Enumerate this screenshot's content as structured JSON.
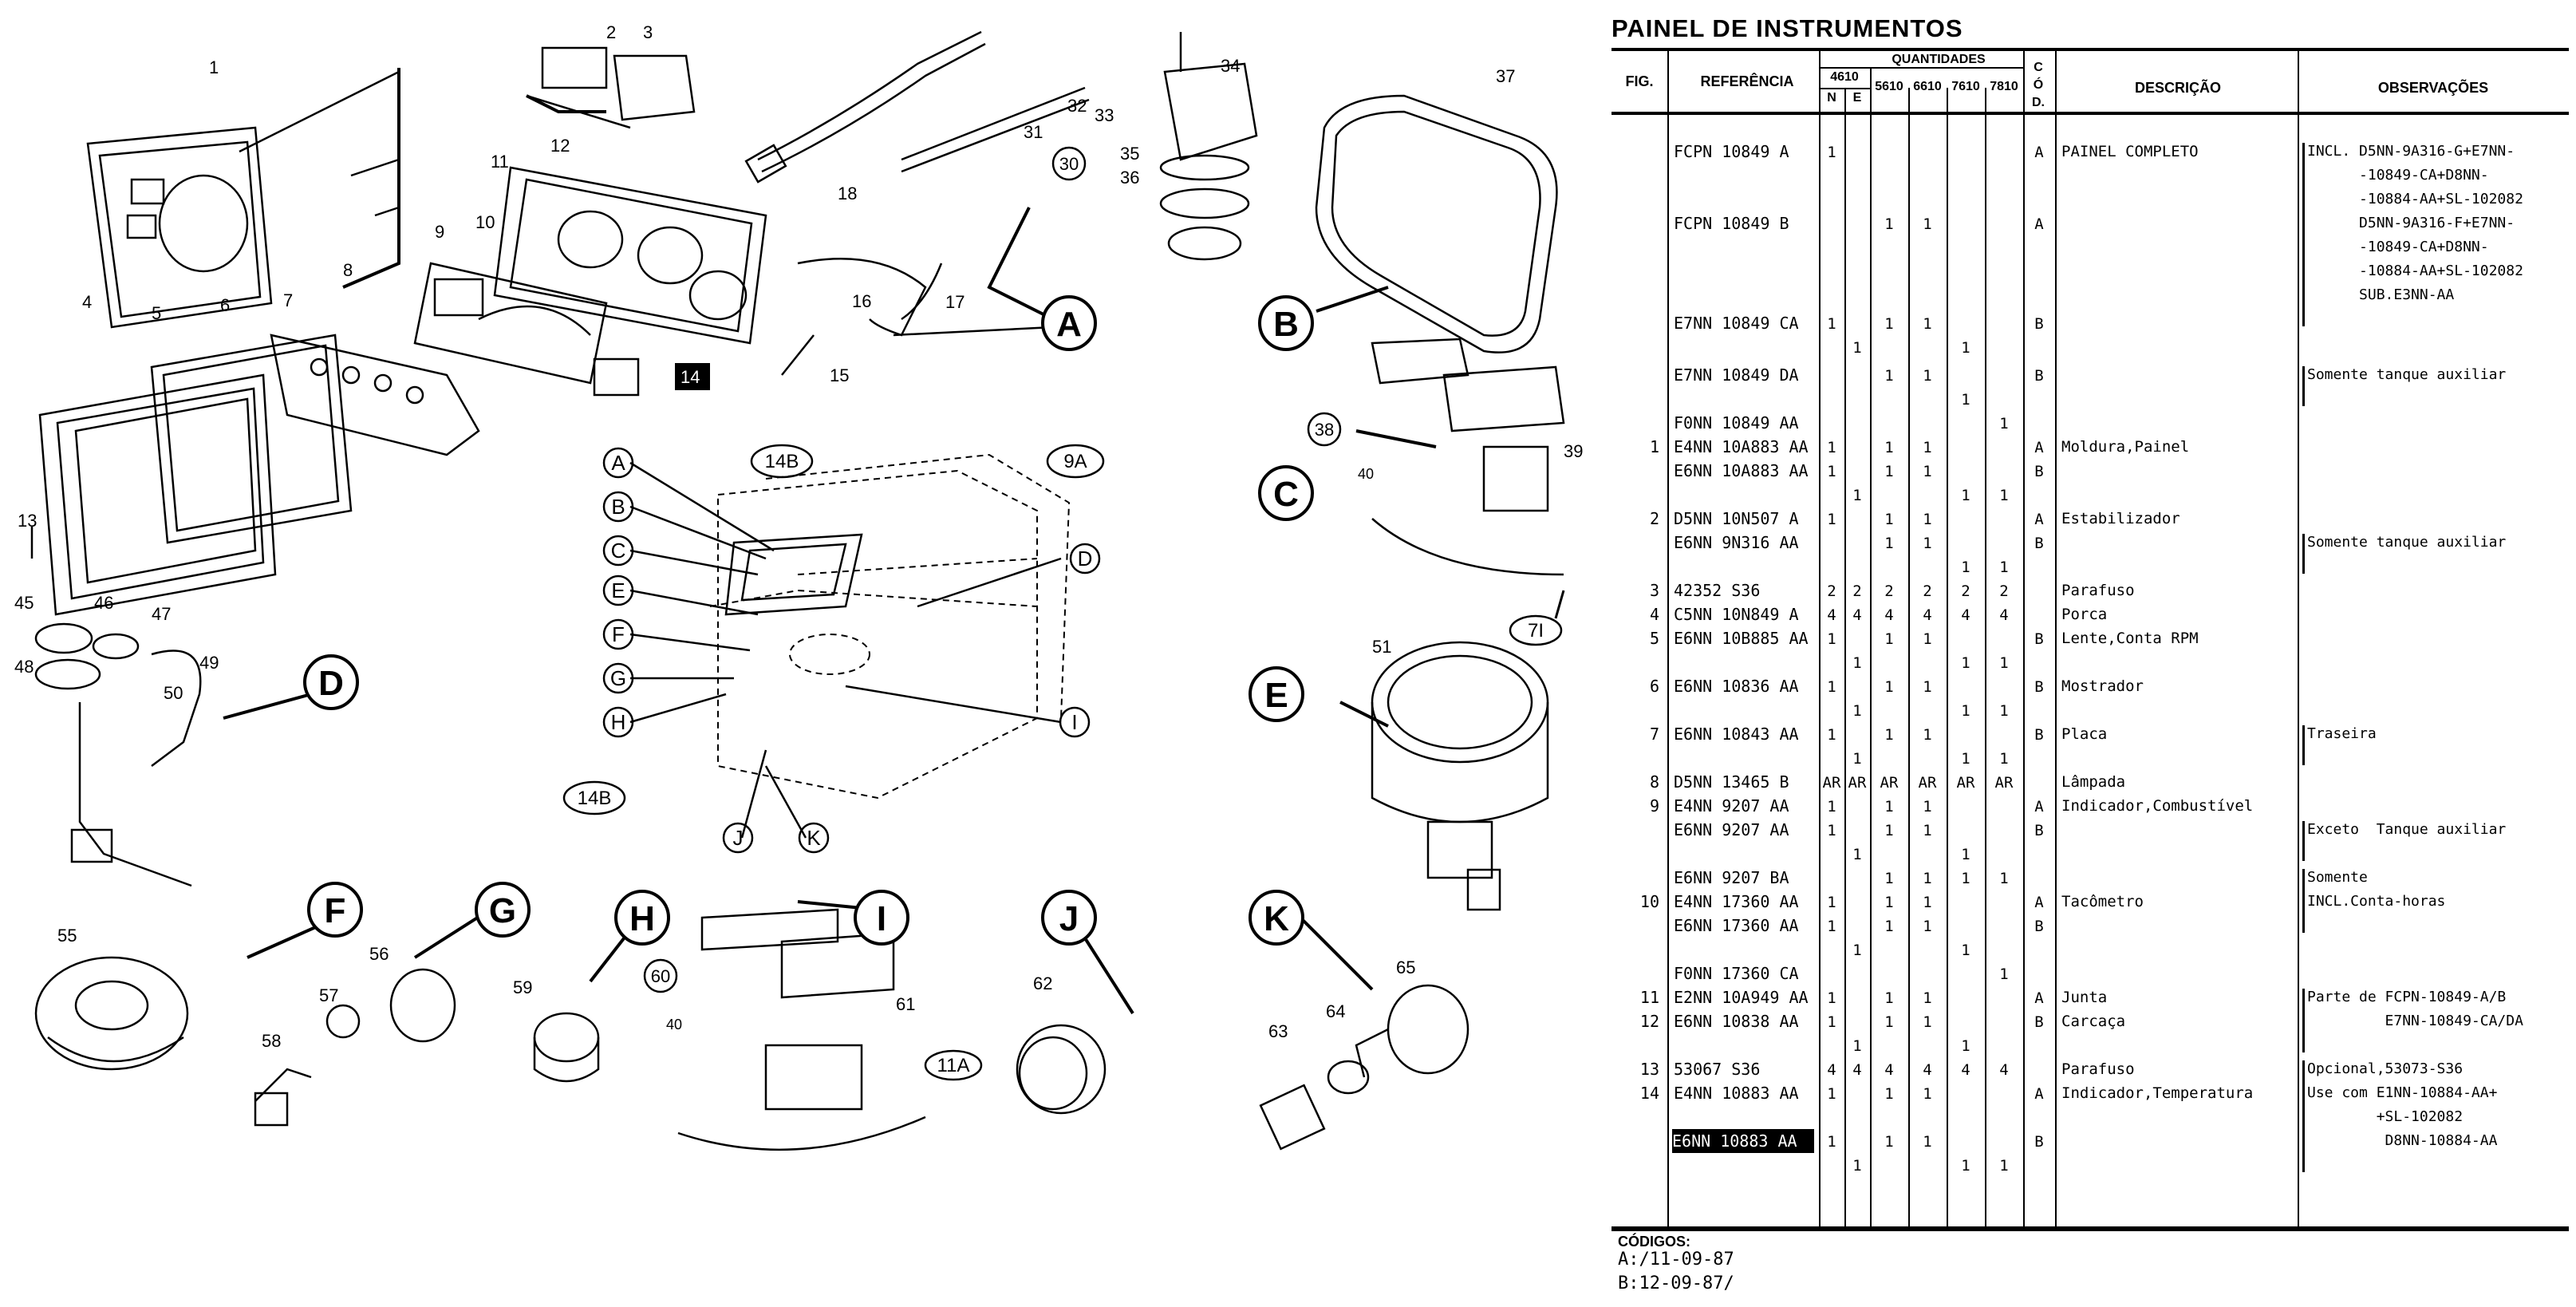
{
  "title": "PAINEL DE INSTRUMENTOS",
  "table_header": {
    "fig": "FIG.",
    "ref": "REFERÊNCIA",
    "quantidades": "QUANTIDADES",
    "m4610": "4610",
    "n": "N",
    "e": "E",
    "models": [
      "5610",
      "6610",
      "7610",
      "7810"
    ],
    "cod": [
      "C",
      "Ó",
      "D."
    ],
    "desc": "DESCRIÇÃO",
    "obs": "OBSERVAÇÕES"
  },
  "rows": [
    {
      "fig": "",
      "ref": "FCPN 10849 A",
      "q": [
        "1",
        "",
        "",
        "",
        "",
        ""
      ],
      "cod": "A",
      "desc": "PAINEL COMPLETO",
      "obs": "INCL. D5NN-9A316-G+E7NN-\n      -10849-CA+D8NN-\n      -10884-AA+SL-102082"
    },
    {
      "fig": "",
      "ref": "FCPN 10849 B",
      "q": [
        "",
        "",
        "1",
        "1",
        "",
        ""
      ],
      "cod": "A",
      "desc": "",
      "obs": "      D5NN-9A316-F+E7NN-\n      -10849-CA+D8NN-\n      -10884-AA+SL-102082\n      SUB.E3NN-AA"
    },
    {
      "fig": "",
      "ref": "E7NN 10849 CA",
      "q": [
        "1",
        "",
        "1",
        "1",
        "",
        ""
      ],
      "q2": [
        "",
        "1",
        "",
        "",
        "1",
        ""
      ],
      "cod": "B",
      "desc": "",
      "obs": ""
    },
    {
      "fig": "",
      "ref": "E7NN 10849 DA",
      "q": [
        "",
        "",
        "1",
        "1",
        "",
        ""
      ],
      "q2": [
        "",
        "",
        "",
        "",
        "1",
        ""
      ],
      "cod": "B",
      "desc": "",
      "obs": "Somente tanque auxiliar"
    },
    {
      "fig": "",
      "ref": "F0NN 10849 AA",
      "q": [
        "",
        "",
        "",
        "",
        "",
        "1"
      ],
      "cod": "",
      "desc": "",
      "obs": ""
    },
    {
      "fig": "1",
      "ref": "E4NN 10A883 AA",
      "q": [
        "1",
        "",
        "1",
        "1",
        "",
        ""
      ],
      "cod": "A",
      "desc": "Moldura,Painel",
      "obs": ""
    },
    {
      "fig": "",
      "ref": "E6NN 10A883 AA",
      "q": [
        "1",
        "",
        "1",
        "1",
        "",
        ""
      ],
      "q2": [
        "",
        "1",
        "",
        "",
        "1",
        "1"
      ],
      "cod": "B",
      "desc": "",
      "obs": ""
    },
    {
      "fig": "2",
      "ref": "D5NN 10N507 A",
      "q": [
        "1",
        "",
        "1",
        "1",
        "",
        ""
      ],
      "cod": "A",
      "desc": "Estabilizador",
      "obs": ""
    },
    {
      "fig": "",
      "ref": "E6NN 9N316 AA",
      "q": [
        "",
        "",
        "1",
        "1",
        "",
        ""
      ],
      "q2": [
        "",
        "",
        "",
        "",
        "1",
        "1"
      ],
      "cod": "B",
      "desc": "",
      "obs": "Somente tanque auxiliar"
    },
    {
      "fig": "3",
      "ref": "42352 S36",
      "q": [
        "2",
        "2",
        "2",
        "2",
        "2",
        "2"
      ],
      "cod": "",
      "desc": "Parafuso",
      "obs": ""
    },
    {
      "fig": "4",
      "ref": "C5NN 10N849 A",
      "q": [
        "4",
        "4",
        "4",
        "4",
        "4",
        "4"
      ],
      "cod": "",
      "desc": "Porca",
      "obs": ""
    },
    {
      "fig": "5",
      "ref": "E6NN 10B885 AA",
      "q": [
        "1",
        "",
        "1",
        "1",
        "",
        ""
      ],
      "q2": [
        "",
        "1",
        "",
        "",
        "1",
        "1"
      ],
      "cod": "B",
      "desc": "Lente,Conta RPM",
      "obs": ""
    },
    {
      "fig": "6",
      "ref": "E6NN 10836 AA",
      "q": [
        "1",
        "",
        "1",
        "1",
        "",
        ""
      ],
      "q2": [
        "",
        "1",
        "",
        "",
        "1",
        "1"
      ],
      "cod": "B",
      "desc": "Mostrador",
      "obs": ""
    },
    {
      "fig": "7",
      "ref": "E6NN 10843 AA",
      "q": [
        "1",
        "",
        "1",
        "1",
        "",
        ""
      ],
      "q2": [
        "",
        "1",
        "",
        "",
        "1",
        "1"
      ],
      "cod": "B",
      "desc": "Placa",
      "obs": "Traseira"
    },
    {
      "fig": "8",
      "ref": "D5NN 13465 B",
      "q": [
        "AR",
        "AR",
        "AR",
        "AR",
        "AR",
        "AR"
      ],
      "cod": "",
      "desc": "Lâmpada",
      "obs": ""
    },
    {
      "fig": "9",
      "ref": "E4NN 9207 AA",
      "q": [
        "1",
        "",
        "1",
        "1",
        "",
        ""
      ],
      "cod": "A",
      "desc": "Indicador,Combustível",
      "obs": ""
    },
    {
      "fig": "",
      "ref": "E6NN 9207 AA",
      "q": [
        "1",
        "",
        "1",
        "1",
        "",
        ""
      ],
      "q2": [
        "",
        "1",
        "",
        "",
        "1",
        ""
      ],
      "cod": "B",
      "desc": "",
      "obs": "Exceto  Tanque auxiliar"
    },
    {
      "fig": "",
      "ref": "E6NN 9207 BA",
      "q": [
        "",
        "",
        "1",
        "1",
        "1",
        "1"
      ],
      "cod": "",
      "desc": "",
      "obs": "Somente"
    },
    {
      "fig": "10",
      "ref": "E4NN 17360 AA",
      "q": [
        "1",
        "",
        "1",
        "1",
        "",
        ""
      ],
      "cod": "A",
      "desc": "Tacômetro",
      "obs": "INCL.Conta-horas"
    },
    {
      "fig": "",
      "ref": "E6NN 17360 AA",
      "q": [
        "1",
        "",
        "1",
        "1",
        "",
        ""
      ],
      "q2": [
        "",
        "1",
        "",
        "",
        "1",
        ""
      ],
      "cod": "B",
      "desc": "",
      "obs": ""
    },
    {
      "fig": "",
      "ref": "F0NN 17360 CA",
      "q": [
        "",
        "",
        "",
        "",
        "",
        "1"
      ],
      "cod": "",
      "desc": "",
      "obs": ""
    },
    {
      "fig": "11",
      "ref": "E2NN 10A949 AA",
      "q": [
        "1",
        "",
        "1",
        "1",
        "",
        ""
      ],
      "cod": "A",
      "desc": "Junta",
      "obs": "Parte de FCPN-10849-A/B"
    },
    {
      "fig": "12",
      "ref": "E6NN 10838 AA",
      "q": [
        "1",
        "",
        "1",
        "1",
        "",
        ""
      ],
      "q2": [
        "",
        "1",
        "",
        "",
        "1",
        ""
      ],
      "cod": "B",
      "desc": "Carcaça",
      "obs": "         E7NN-10849-CA/DA"
    },
    {
      "fig": "13",
      "ref": "53067 S36",
      "q": [
        "4",
        "4",
        "4",
        "4",
        "4",
        "4"
      ],
      "cod": "",
      "desc": "Parafuso",
      "obs": "Opcional,53073-S36"
    },
    {
      "fig": "14",
      "ref": "E4NN 10883 AA",
      "q": [
        "1",
        "",
        "1",
        "1",
        "",
        ""
      ],
      "cod": "A",
      "desc": "Indicador,Temperatura",
      "obs": "Use com E1NN-10884-AA+\n        +SL-102082\n         D8NN-10884-AA"
    },
    {
      "fig": "",
      "ref": "E6NN 10883 AA",
      "q": [
        "1",
        "",
        "1",
        "1",
        "",
        ""
      ],
      "q2": [
        "",
        "1",
        "",
        "",
        "1",
        "1"
      ],
      "cod": "B",
      "desc": "",
      "obs": ""
    }
  ],
  "codes_title": "CÓDIGOS:",
  "codes": [
    "A:/11-09-87",
    "B:12-09-87/"
  ],
  "callouts": [
    "1",
    "2",
    "3",
    "4",
    "5",
    "6",
    "7",
    "8",
    "9",
    "10",
    "11",
    "12",
    "13",
    "14",
    "15",
    "16",
    "17",
    "18",
    "30",
    "31",
    "32",
    "33",
    "34",
    "35",
    "36",
    "37",
    "38",
    "39",
    "40",
    "45",
    "46",
    "47",
    "48",
    "49",
    "50",
    "51",
    "55",
    "56",
    "57",
    "58",
    "59",
    "60",
    "61",
    "62",
    "63",
    "64",
    "65"
  ],
  "view_labels": [
    "A",
    "B",
    "C",
    "D",
    "E",
    "F",
    "G",
    "H",
    "I",
    "J",
    "K"
  ],
  "tank_labels": [
    "A",
    "B",
    "C",
    "E",
    "F",
    "G",
    "H",
    "D",
    "I",
    "J",
    "K"
  ],
  "tag_labels": [
    "14B",
    "9A",
    "7I",
    "11A"
  ]
}
